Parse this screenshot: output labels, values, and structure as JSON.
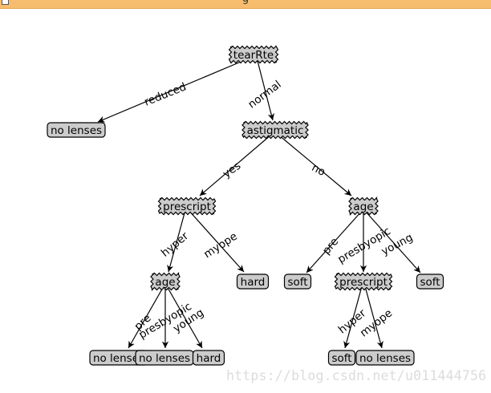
{
  "window": {
    "title": "g"
  },
  "watermark": "https://blog.csdn.net/u011444756",
  "colors": {
    "node_fill": "#cccccc",
    "node_stroke": "#000000",
    "edge": "#000000",
    "titlebar": "#f6bd6e"
  },
  "tree": {
    "nodes": [
      {
        "id": "n-tearRte",
        "label": "tearRte",
        "kind": "decision"
      },
      {
        "id": "n-nolenses-1",
        "label": "no lenses",
        "kind": "leaf"
      },
      {
        "id": "n-astigmatic",
        "label": "astigmatic",
        "kind": "decision"
      },
      {
        "id": "n-prescript-1",
        "label": "prescript",
        "kind": "decision"
      },
      {
        "id": "n-age-1",
        "label": "age",
        "kind": "decision"
      },
      {
        "id": "n-age-2",
        "label": "age",
        "kind": "decision"
      },
      {
        "id": "n-hard-1",
        "label": "hard",
        "kind": "leaf"
      },
      {
        "id": "n-soft-1",
        "label": "soft",
        "kind": "leaf"
      },
      {
        "id": "n-prescript-2",
        "label": "prescript",
        "kind": "decision"
      },
      {
        "id": "n-soft-2",
        "label": "soft",
        "kind": "leaf"
      },
      {
        "id": "n-nolenses-2",
        "label": "no lenses",
        "kind": "leaf"
      },
      {
        "id": "n-nolenses-3",
        "label": "no lenses",
        "kind": "leaf"
      },
      {
        "id": "n-hard-2",
        "label": "hard",
        "kind": "leaf"
      },
      {
        "id": "n-soft-3",
        "label": "soft",
        "kind": "leaf"
      },
      {
        "id": "n-nolenses-4",
        "label": "no lenses",
        "kind": "leaf"
      }
    ],
    "edges": [
      {
        "from": "n-tearRte",
        "to": "n-nolenses-1",
        "label": "reduced"
      },
      {
        "from": "n-tearRte",
        "to": "n-astigmatic",
        "label": "normal"
      },
      {
        "from": "n-astigmatic",
        "to": "n-prescript-1",
        "label": "yes"
      },
      {
        "from": "n-astigmatic",
        "to": "n-age-1",
        "label": "no"
      },
      {
        "from": "n-prescript-1",
        "to": "n-age-2",
        "label": "hyper"
      },
      {
        "from": "n-prescript-1",
        "to": "n-hard-1",
        "label": "myope"
      },
      {
        "from": "n-age-1",
        "to": "n-soft-1",
        "label": "pre"
      },
      {
        "from": "n-age-1",
        "to": "n-prescript-2",
        "label": "presbyopic"
      },
      {
        "from": "n-age-1",
        "to": "n-soft-2",
        "label": "young"
      },
      {
        "from": "n-age-2",
        "to": "n-nolenses-2",
        "label": "pre"
      },
      {
        "from": "n-age-2",
        "to": "n-nolenses-3",
        "label": "presbyopic"
      },
      {
        "from": "n-age-2",
        "to": "n-hard-2",
        "label": "young"
      },
      {
        "from": "n-prescript-2",
        "to": "n-soft-3",
        "label": "hyper"
      },
      {
        "from": "n-prescript-2",
        "to": "n-nolenses-4",
        "label": "myope"
      }
    ]
  }
}
